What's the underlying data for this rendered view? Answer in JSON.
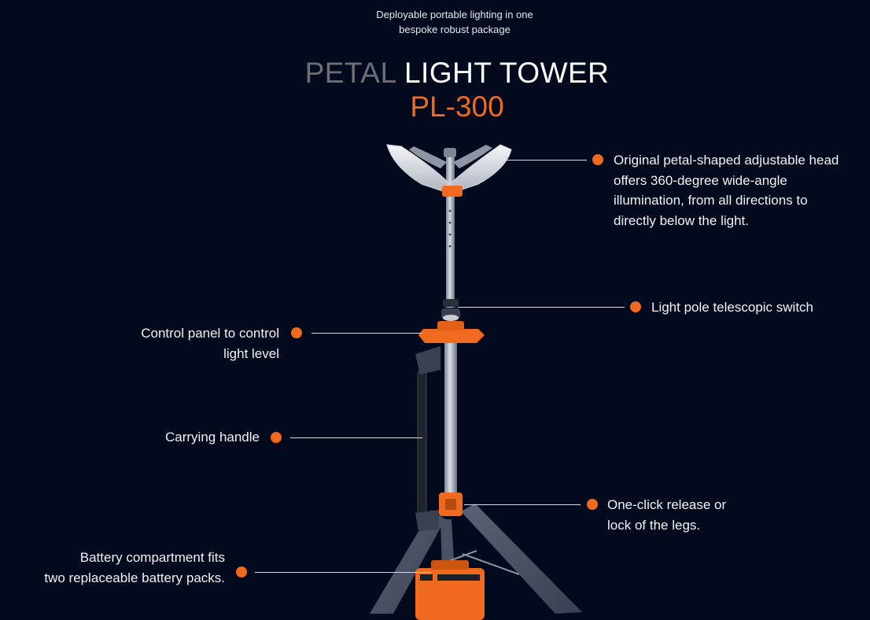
{
  "header": {
    "tagline_line1": "Deployable portable lighting in one",
    "tagline_line2": "bespoke robust package",
    "title_part1": "PETAL",
    "title_part2": "LIGHT TOWER",
    "model": "PL-300"
  },
  "features": [
    {
      "id": "head",
      "lines": [
        "Original petal-shaped adjustable head",
        "offers 360-degree wide-angle",
        "illumination, from all directions to",
        "directly below the light."
      ]
    },
    {
      "id": "telescopic",
      "lines": [
        "Light pole telescopic switch"
      ]
    },
    {
      "id": "control",
      "lines": [
        "Control panel to control",
        "light level"
      ]
    },
    {
      "id": "handle",
      "lines": [
        "Carrying handle"
      ]
    },
    {
      "id": "legs",
      "lines": [
        "One-click release or",
        "lock of the legs."
      ]
    },
    {
      "id": "battery",
      "lines": [
        "Battery compartment fits",
        "two replaceable battery packs."
      ]
    }
  ],
  "colors": {
    "background": "#030a1d",
    "accent": "#ef6a1e",
    "title_grey": "#6d6f73"
  }
}
